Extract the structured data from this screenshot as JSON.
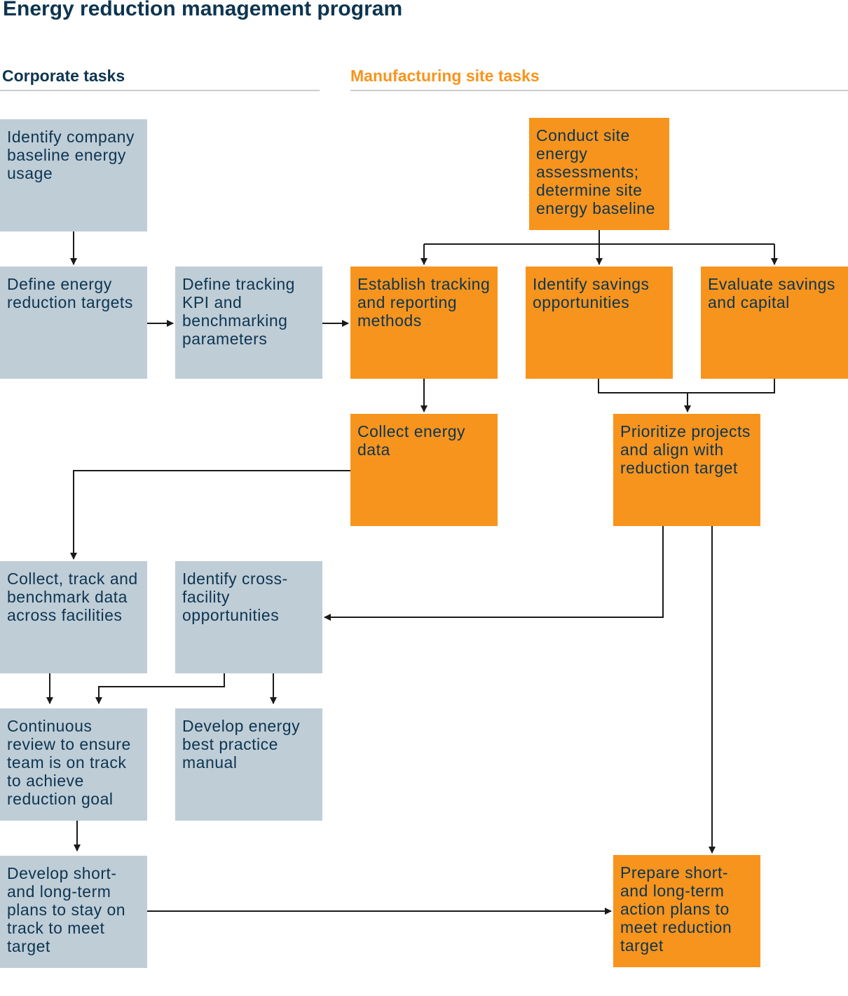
{
  "title": "Energy reduction management program",
  "sections": {
    "corporate": {
      "label": "Corporate tasks",
      "color": "#0d3550"
    },
    "site": {
      "label": "Manufacturing site tasks",
      "color": "#f7941d"
    }
  },
  "colors": {
    "corporate_box": "#bfcdd7",
    "site_box": "#f7941d",
    "text": "#0d3550",
    "connector": "#1a1a1a"
  },
  "nodes": {
    "corp_baseline": "Identify company baseline energy usage",
    "corp_targets": "Define energy reduction targets",
    "corp_kpi": "Define tracking KPI and benchmarking parameters",
    "site_assess": "Conduct site energy assessments; determine site energy baseline",
    "site_tracking": "Establish tracking and reporting methods",
    "site_savings": "Identify savings opportunities",
    "site_evaluate": "Evaluate savings and capital",
    "site_collect": "Collect energy data",
    "site_prioritize": "Prioritize projects and align with reduction target",
    "corp_benchmark": "Collect, track and benchmark data across facilities",
    "corp_crossfac": "Identify cross-facility opportunities",
    "corp_review": "Continuous review to ensure team is on track to achieve reduction goal",
    "corp_manual": "Develop energy best practice manual",
    "corp_plans": "Develop short- and long-term plans to stay on track to meet target",
    "site_action": "Prepare short- and long-term action plans to meet reduction target"
  },
  "edges": [
    [
      "corp_baseline",
      "corp_targets"
    ],
    [
      "corp_targets",
      "corp_kpi"
    ],
    [
      "corp_kpi",
      "site_tracking"
    ],
    [
      "site_assess",
      "site_tracking"
    ],
    [
      "site_assess",
      "site_savings"
    ],
    [
      "site_assess",
      "site_evaluate"
    ],
    [
      "site_tracking",
      "site_collect"
    ],
    [
      "site_savings",
      "site_prioritize"
    ],
    [
      "site_evaluate",
      "site_prioritize"
    ],
    [
      "site_collect",
      "corp_benchmark"
    ],
    [
      "site_prioritize",
      "corp_crossfac"
    ],
    [
      "site_prioritize",
      "site_action"
    ],
    [
      "corp_benchmark",
      "corp_review"
    ],
    [
      "corp_crossfac",
      "corp_review"
    ],
    [
      "corp_crossfac",
      "corp_manual"
    ],
    [
      "corp_review",
      "corp_plans"
    ],
    [
      "corp_plans",
      "site_action"
    ]
  ]
}
